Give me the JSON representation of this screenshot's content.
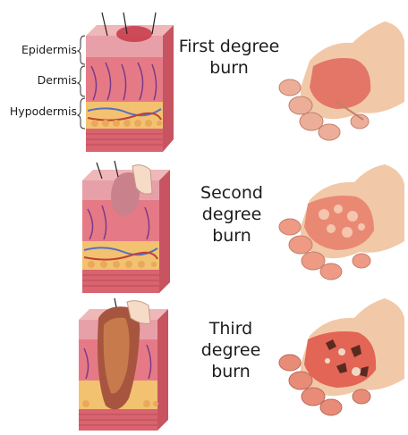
{
  "layer_labels": {
    "epidermis": "Epidermis",
    "dermis": "Dermis",
    "hypodermis": "Hypodermis"
  },
  "burns": [
    {
      "line1": "First degree",
      "line2": "burn"
    },
    {
      "line1": "Second degree",
      "line2": "burn"
    },
    {
      "line1": "Third degree",
      "line2": "burn"
    }
  ],
  "colors": {
    "epidermis": "#e8a0a8",
    "dermis": "#e57a86",
    "hypodermis": "#f2c270",
    "base": "#d9636f",
    "skin": "#f1c9a8",
    "burn_red": "#d9473e"
  }
}
